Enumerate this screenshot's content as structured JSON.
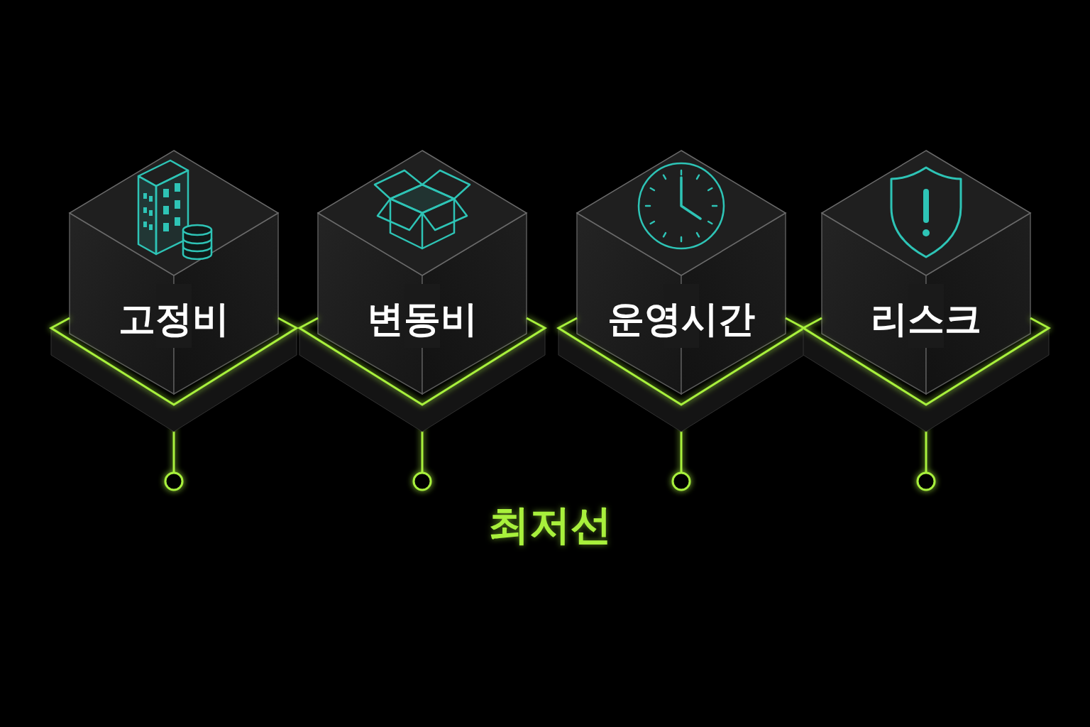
{
  "diagram": {
    "nodes": [
      {
        "text": [
          "고정비"
        ]
      },
      {
        "text": [
          "변동비"
        ]
      },
      {
        "text": [
          "운영시간"
        ]
      },
      {
        "text": [
          "리스크"
        ]
      }
    ],
    "labels": [
      "최저선"
    ]
  }
}
